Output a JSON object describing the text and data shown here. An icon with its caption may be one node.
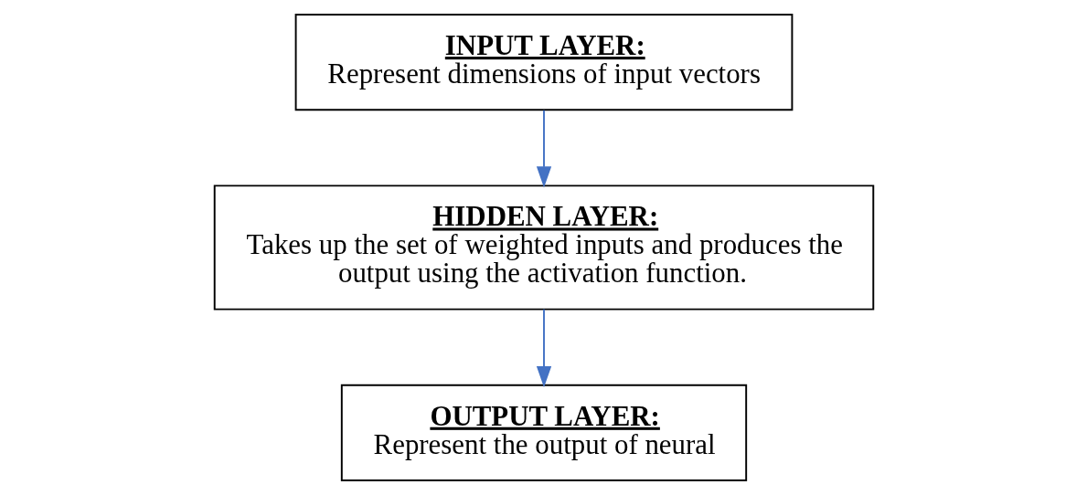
{
  "diagram": {
    "nodes": [
      {
        "text": [
          "INPUT LAYER:",
          "Represent dimensions of input vectors"
        ]
      },
      {
        "text": [
          "HIDDEN LAYER:",
          "Takes up the set of weighted inputs and produces the output using the activation function."
        ]
      },
      {
        "text": [
          "OUTPUT LAYER:",
          "Represent the output of neural"
        ]
      }
    ],
    "edges": [
      {
        "from": 0,
        "to": 1,
        "arrow": "to"
      },
      {
        "from": 1,
        "to": 2,
        "arrow": "to"
      }
    ]
  }
}
